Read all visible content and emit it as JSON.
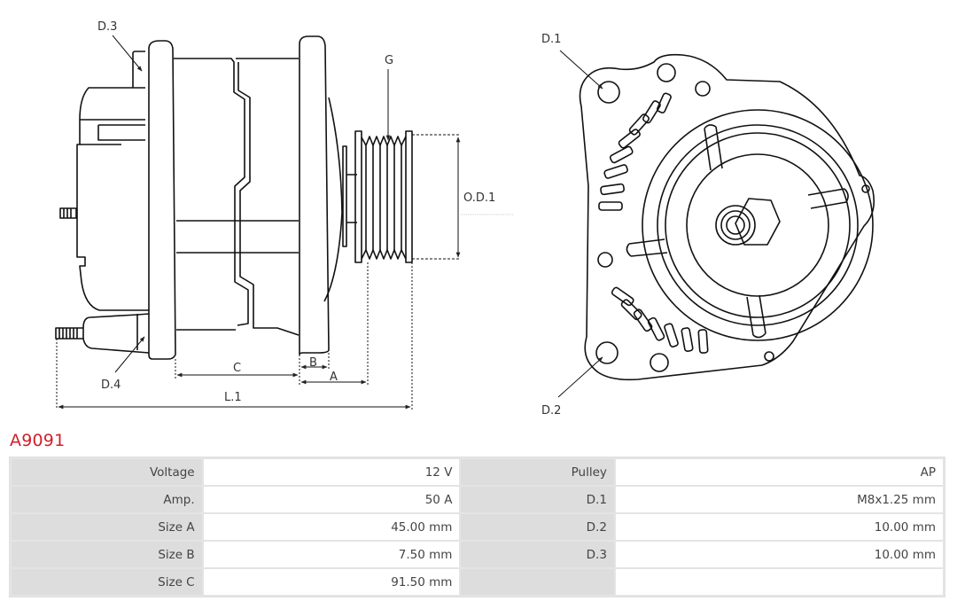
{
  "part_number": "A9091",
  "diagram": {
    "labels": {
      "d3": "D.3",
      "d4": "D.4",
      "g": "G",
      "od1": "O.D.1",
      "c": "C",
      "b": "B",
      "a": "A",
      "l1": "L.1",
      "d1": "D.1",
      "d2": "D.2"
    }
  },
  "specs": {
    "rows": [
      {
        "label1": "Voltage",
        "value1": "12 V",
        "label2": "Pulley",
        "value2": "AP"
      },
      {
        "label1": "Amp.",
        "value1": "50 A",
        "label2": "D.1",
        "value2": "M8x1.25 mm"
      },
      {
        "label1": "Size A",
        "value1": "45.00 mm",
        "label2": "D.2",
        "value2": "10.00 mm"
      },
      {
        "label1": "Size B",
        "value1": "7.50 mm",
        "label2": "D.3",
        "value2": "10.00 mm"
      },
      {
        "label1": "Size C",
        "value1": "91.50 mm",
        "label2": "",
        "value2": ""
      }
    ]
  }
}
